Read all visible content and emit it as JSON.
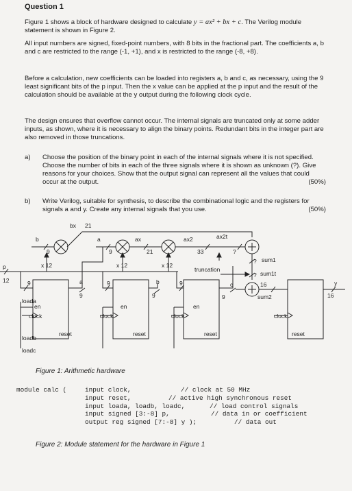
{
  "question_title": "Question 1",
  "intro": {
    "p1_pre": "Figure 1 shows a block of hardware designed to calculate ",
    "equation": "y = ax² + bx + c",
    "p1_post": ". The Verilog module statement is shown in Figure 2.",
    "p2": "All input numbers are signed, fixed-point numbers, with 8 bits in the fractional part. The coefficients a, b and c are restricted to the range (-1, +1), and x is restricted to the range (-8, +8).",
    "p3": "Before a calculation, new coefficients can be loaded into registers a, b and c, as necessary, using the 9 least significant bits of the p input. Then the x value can be applied at the p input and the result of the calculation should be available at the y output during the following clock cycle.",
    "p4": "The design ensures that overflow cannot occur. The internal signals are truncated only at some adder inputs, as shown, where it is necessary to align the binary points. Redundant bits in the integer part are also removed in those truncations."
  },
  "questions": [
    {
      "label": "a)",
      "text": "Choose the position of the binary point in each of the internal signals where it is not specified. Choose the number of bits in each of the three signals where it is shown as unknown (?). Give reasons for your choices. Show that the output signal can represent all the values that could occur at the output.",
      "marks": "(50%)"
    },
    {
      "label": "b)",
      "text": "Write Verilog, suitable for synthesis, to describe the combinational logic and the registers for signals a and y. Create any internal signals that you use.",
      "marks": "(50%)"
    }
  ],
  "diagram": {
    "signals": {
      "bx": "bx",
      "w21": "21",
      "b": "b",
      "w9": "9",
      "a": "a",
      "ax": "ax",
      "ax2": "ax2",
      "ax2t": "ax2t",
      "w33": "33",
      "unknown": "?",
      "x12": "x 12",
      "p": "p",
      "w12": "12",
      "truncation": "truncation",
      "sum1": "sum1",
      "sum1t": "sum1t",
      "c": "c",
      "w16": "16",
      "sum2": "sum2",
      "y": "y",
      "loada": "loada",
      "loadb": "loadb",
      "loadc": "loadc",
      "en": "en",
      "clock": "clock",
      "reset": "reset"
    }
  },
  "figure1_caption": "Figure 1: Arithmetic hardware",
  "code": {
    "l1a": "module calc (",
    "l1b": "input clock,",
    "l1c": "// clock at 50 MHz",
    "l2b": "input reset,",
    "l2c": "// active high synchronous reset",
    "l3b": "input loada, loadb, loadc,",
    "l3c": "// load control signals",
    "l4b": "input signed [3:-8] p,",
    "l4c": "// data in or coefficient",
    "l5b": "output reg signed [7:-8] y );",
    "l5c": "// data out"
  },
  "figure2_caption": "Figure 2: Module statement for the hardware in Figure 1"
}
